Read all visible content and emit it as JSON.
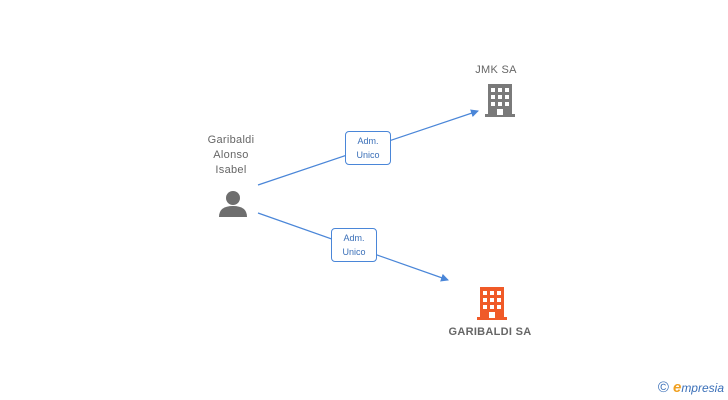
{
  "nodes": {
    "person": {
      "lines": [
        "Garibaldi",
        "Alonso",
        "Isabel"
      ]
    },
    "company_top": {
      "label": "JMK SA"
    },
    "company_bottom": {
      "label": "GARIBALDI SA"
    }
  },
  "edges": [
    {
      "line1": "Adm.",
      "line2": "Unico"
    },
    {
      "line1": "Adm.",
      "line2": "Unico"
    }
  ],
  "footer": {
    "copyright_symbol": "©",
    "brand_initial": "e",
    "brand_rest": "mpresia"
  },
  "colors": {
    "edge": "#4a86d8",
    "company_top": "#7a7a7a",
    "company_bottom": "#f05a28",
    "person": "#6e6e6e"
  }
}
